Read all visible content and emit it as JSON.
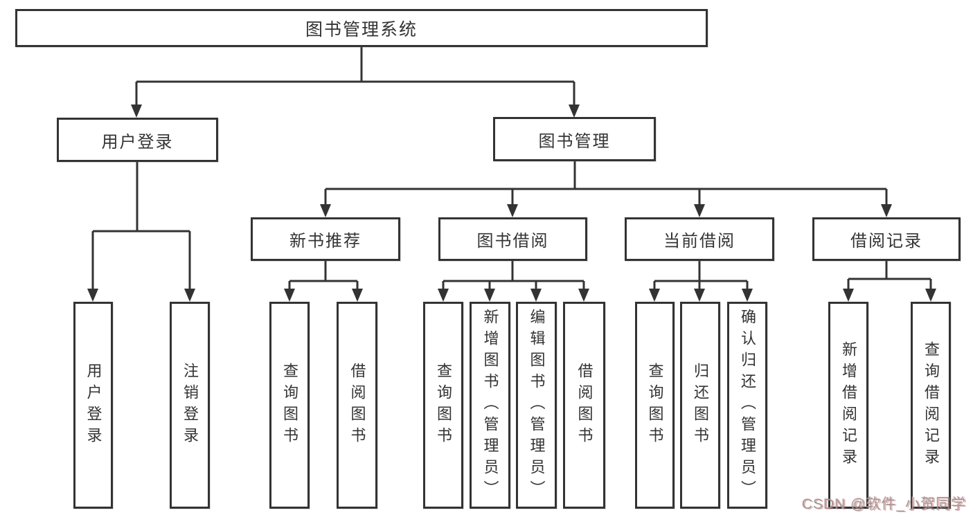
{
  "diagram": {
    "type": "hierarchy-tree",
    "colors": {
      "line": "#333333",
      "box_border": "#333333",
      "text": "#333333",
      "background": "#ffffff",
      "watermark_gray": "#9b9b9b",
      "watermark_red": "#e06060"
    },
    "nodes": {
      "root": "图书管理系统",
      "login": "用户登录",
      "manage": "图书管理",
      "recommend": "新书推荐",
      "borrow": "图书借阅",
      "current": "当前借阅",
      "records": "借阅记录",
      "leaf_login": "用户登录",
      "leaf_logout": "注销登录",
      "leaf_rec_query": "查询图书",
      "leaf_rec_borrow": "借阅图书",
      "leaf_bor_query": "查询图书",
      "leaf_bor_add": "新增图书（管理员）",
      "leaf_bor_edit": "编辑图书（管理员）",
      "leaf_bor_borrow": "借阅图书",
      "leaf_cur_query": "查询图书",
      "leaf_cur_return": "归还图书",
      "leaf_cur_confirm": "确认归还（管理员）",
      "leaf_rcd_add": "新增借阅记录",
      "leaf_rcd_query": "查询借阅记录"
    },
    "edges": [
      "图书管理系统 -> 用户登录",
      "图书管理系统 -> 图书管理",
      "用户登录 -> 用户登录(叶), 注销登录",
      "图书管理 -> 新书推荐, 图书借阅, 当前借阅, 借阅记录",
      "新书推荐 -> 查询图书, 借阅图书",
      "图书借阅 -> 查询图书, 新增图书（管理员）, 编辑图书（管理员）, 借阅图书",
      "当前借阅 -> 查询图书, 归还图书, 确认归还（管理员）",
      "借阅记录 -> 新增借阅记录, 查询借阅记录"
    ],
    "watermark": "CSDN @软件_小贺同学"
  }
}
